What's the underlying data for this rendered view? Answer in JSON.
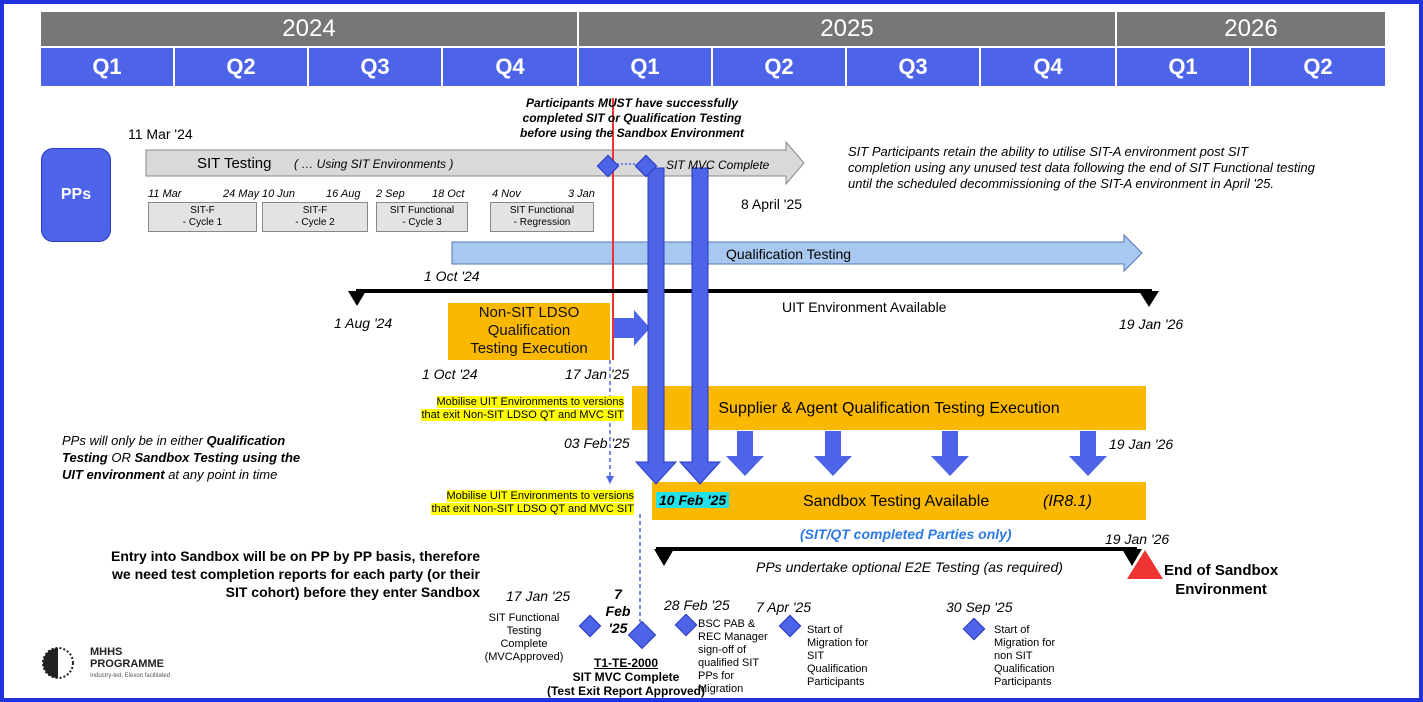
{
  "timeline": {
    "years": [
      {
        "label": "2024"
      },
      {
        "label": "2025"
      },
      {
        "label": "2026"
      }
    ],
    "quarters": [
      {
        "label": "Q1"
      },
      {
        "label": "Q2"
      },
      {
        "label": "Q3"
      },
      {
        "label": "Q4"
      },
      {
        "label": "Q1"
      },
      {
        "label": "Q2"
      },
      {
        "label": "Q3"
      },
      {
        "label": "Q4"
      },
      {
        "label": "Q1"
      },
      {
        "label": "Q2"
      }
    ]
  },
  "pps_box": "PPs",
  "sit": {
    "start_date": "11 Mar '24",
    "bar_label": "SIT Testing",
    "bar_sublabel": "( … Using SIT Environments )",
    "mvc_label": "SIT MVC Complete",
    "end_date": "8 April '25",
    "cycles": [
      {
        "start": "11 Mar",
        "end": "24 May",
        "line1": "SIT-F",
        "line2": "- Cycle 1"
      },
      {
        "start": "10 Jun",
        "end": "16 Aug",
        "line1": "SIT-F",
        "line2": "- Cycle 2"
      },
      {
        "start": "2 Sep",
        "end": "18 Oct",
        "line1": "SIT Functional",
        "line2": "- Cycle 3"
      },
      {
        "start": "4 Nov",
        "end": "3 Jan",
        "line1": "SIT Functional",
        "line2": "- Regression"
      }
    ]
  },
  "participants_note": {
    "line1": "Participants MUST have successfully",
    "line2": "completed SIT or Qualification Testing",
    "line3": "before using the Sandbox Environment"
  },
  "sit_a_note": {
    "line1": "SIT Participants retain the ability to utilise SIT-A environment post SIT",
    "line2": "completion using any unused test data following the end of SIT Functional testing",
    "line3": "until the scheduled decommissioning of the SIT-A environment in April '25."
  },
  "qual_testing": {
    "label": "Qualification Testing",
    "start_date": "1 Oct '24"
  },
  "uit_env": {
    "label": "UIT Environment Available",
    "start_date": "1 Aug '24",
    "end_date": "19 Jan '26"
  },
  "non_sit": {
    "line1": "Non-SIT LDSO",
    "line2": "Qualification",
    "line3": "Testing Execution",
    "start_date": "1 Oct '24",
    "end_date": "17 Jan '25"
  },
  "mobilise1": {
    "line1": "Mobilise UIT Environments to versions",
    "line2": "that exit Non-SIT LDSO QT and MVC SIT"
  },
  "mobilise2": {
    "line1": "Mobilise UIT Environments to versions",
    "line2": "that exit Non-SIT LDSO QT and MVC SIT"
  },
  "supplier": {
    "label": "Supplier & Agent Qualification Testing Execution",
    "start_date": "03 Feb '25",
    "end_date": "19 Jan '26"
  },
  "pps_note": {
    "p1": "PPs will only be in either ",
    "b1": "Qualification",
    "b2": "Testing",
    "p2": " OR ",
    "b3": "Sandbox Testing using the",
    "b4": "UIT environment",
    "p3": " at any point in time"
  },
  "sandbox": {
    "date": "10 Feb '25",
    "label": "Sandbox Testing Available",
    "ir": "(IR8.1)",
    "completed_note": "(SIT/QT completed Parties only)",
    "end_date": "19 Jan '26"
  },
  "e2e": {
    "label": "PPs undertake optional E2E Testing (as required)"
  },
  "end_sandbox": {
    "line1": "End of Sandbox",
    "line2": "Environment"
  },
  "entry_note": {
    "line1": "Entry into Sandbox will be on PP by PP basis, therefore",
    "line2": "we need test completion reports for each party (or their",
    "line3": "SIT cohort) before they enter Sandbox"
  },
  "milestones": [
    {
      "date": "17 Jan '25",
      "lines": [
        "SIT Functional",
        "Testing",
        "Complete",
        "(MVCApproved)"
      ]
    },
    {
      "date_l1": "7 Feb",
      "date_l2": "'25",
      "code": "T1-TE-2000",
      "lines": [
        "SIT MVC Complete",
        "(Test Exit Report Approved)"
      ]
    },
    {
      "date": "28 Feb '25",
      "lines": [
        "BSC PAB &",
        "REC Manager",
        "sign-off of",
        "qualified SIT",
        "PPs for",
        "Migration"
      ]
    },
    {
      "date": "7 Apr '25",
      "lines": [
        "Start of",
        "Migration for",
        "SIT",
        "Qualification",
        "Participants"
      ]
    },
    {
      "date": "30 Sep '25",
      "lines": [
        "Start of",
        "Migration for",
        "non SIT",
        "Qualification",
        "Participants"
      ]
    }
  ],
  "logo": {
    "line1": "MHHS",
    "line2": "PROGRAMME",
    "tagline": "Industry-led, Elexon facilitated"
  },
  "colors": {
    "year_bg": "#777777",
    "quarter_bg": "#4d63e8",
    "orange": "#fbb800",
    "arrow_blue": "#4d63e8",
    "qual_blue": "#a9c8ef",
    "red_triangle": "#ee3333"
  }
}
